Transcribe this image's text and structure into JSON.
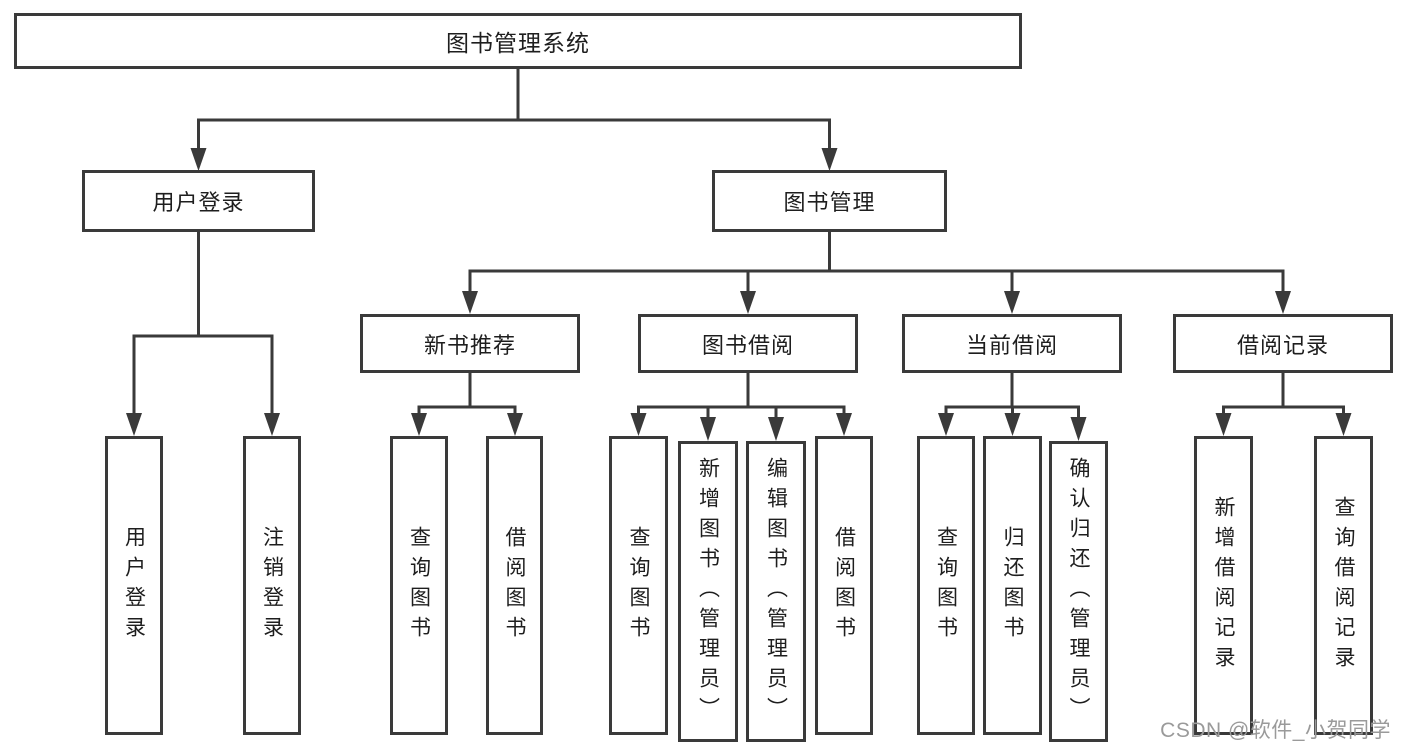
{
  "colors": {
    "line": "#3a3a3a",
    "text": "#1e1e1e",
    "box_bg": "#ffffff",
    "background": "#ffffff",
    "watermark": "#9a9a9a"
  },
  "watermark": "CSDN @软件_小贺同学",
  "nodes": {
    "root": "图书管理系统",
    "user_login": "用户登录",
    "book_mgmt": "图书管理",
    "new_book": "新书推荐",
    "book_borrow": "图书借阅",
    "current_borrow": "当前借阅",
    "borrow_record": "借阅记录",
    "leaves": {
      "user_login": [
        "用户登录",
        "注销登录"
      ],
      "new_book": [
        "查询图书",
        "借阅图书"
      ],
      "book_borrow": [
        "查询图书",
        "新增图书（管理员）",
        "编辑图书（管理员）",
        "借阅图书"
      ],
      "current_borrow": [
        "查询图书",
        "归还图书",
        "确认归还（管理员）"
      ],
      "borrow_record": [
        "新增借阅记录",
        "查询借阅记录"
      ]
    }
  }
}
